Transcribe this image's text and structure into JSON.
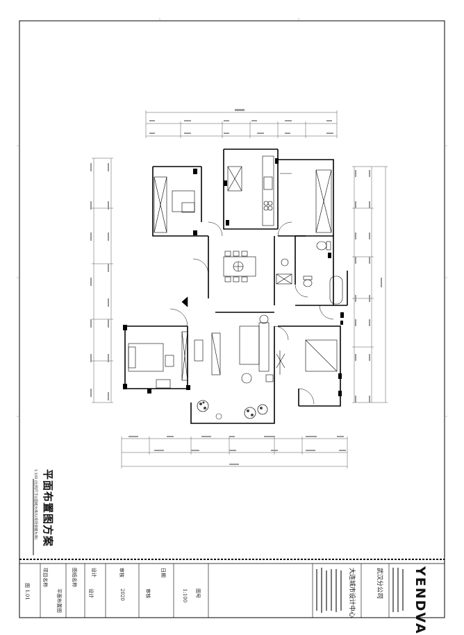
{
  "drawing": {
    "title": "平面布置图方案",
    "subtitle": "1:100 (比例尺寸以图纸为准/以现场测量为准)"
  },
  "company": {
    "brand": "YENDVA",
    "name": "大连城市设计中心",
    "subname": "武汉分公司"
  },
  "title_block": {
    "labels": [
      "项目名称",
      "图纸名称",
      "设计",
      "审核",
      "日期"
    ],
    "values": [
      "平面布置图",
      "设计",
      "2020",
      "审核",
      "图号"
    ],
    "sheet_no": "图 1.01",
    "scale": "1:100"
  },
  "legend_icons": [
    "table-icon",
    "sofa-icon",
    "bed-icon",
    "toilet-icon",
    "bathtub-icon",
    "plant-icon"
  ]
}
